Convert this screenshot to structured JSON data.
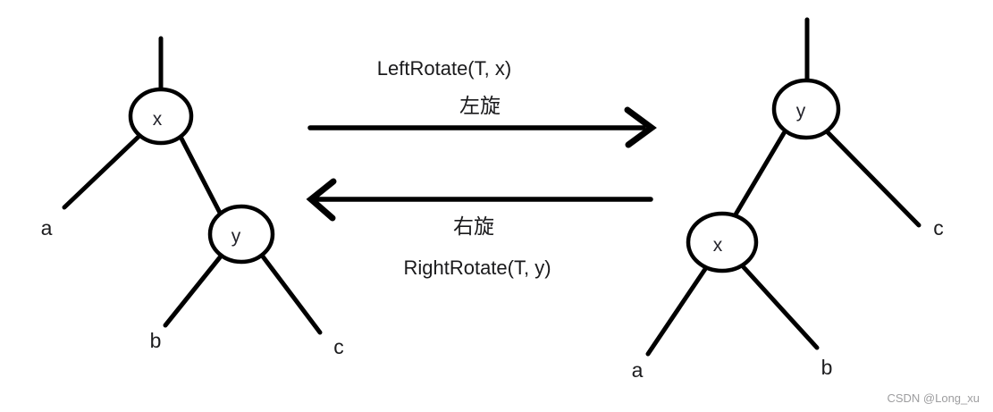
{
  "trees": {
    "before": {
      "root": "x",
      "child": "y",
      "leaf_a": "a",
      "leaf_b": "b",
      "leaf_c": "c"
    },
    "after": {
      "root": "y",
      "child": "x",
      "leaf_a": "a",
      "leaf_b": "b",
      "leaf_c": "c"
    }
  },
  "arrows": {
    "left_rotate": {
      "fn": "LeftRotate(T, x)",
      "zh": "左旋",
      "direction": "right"
    },
    "right_rotate": {
      "fn": "RightRotate(T, y)",
      "zh": "右旋",
      "direction": "left"
    }
  },
  "watermark": "CSDN @Long_xu",
  "colors": {
    "ink": "#000000",
    "text": "#1c1c1e",
    "watermark": "#9d9d9f",
    "background": "#ffffff"
  }
}
